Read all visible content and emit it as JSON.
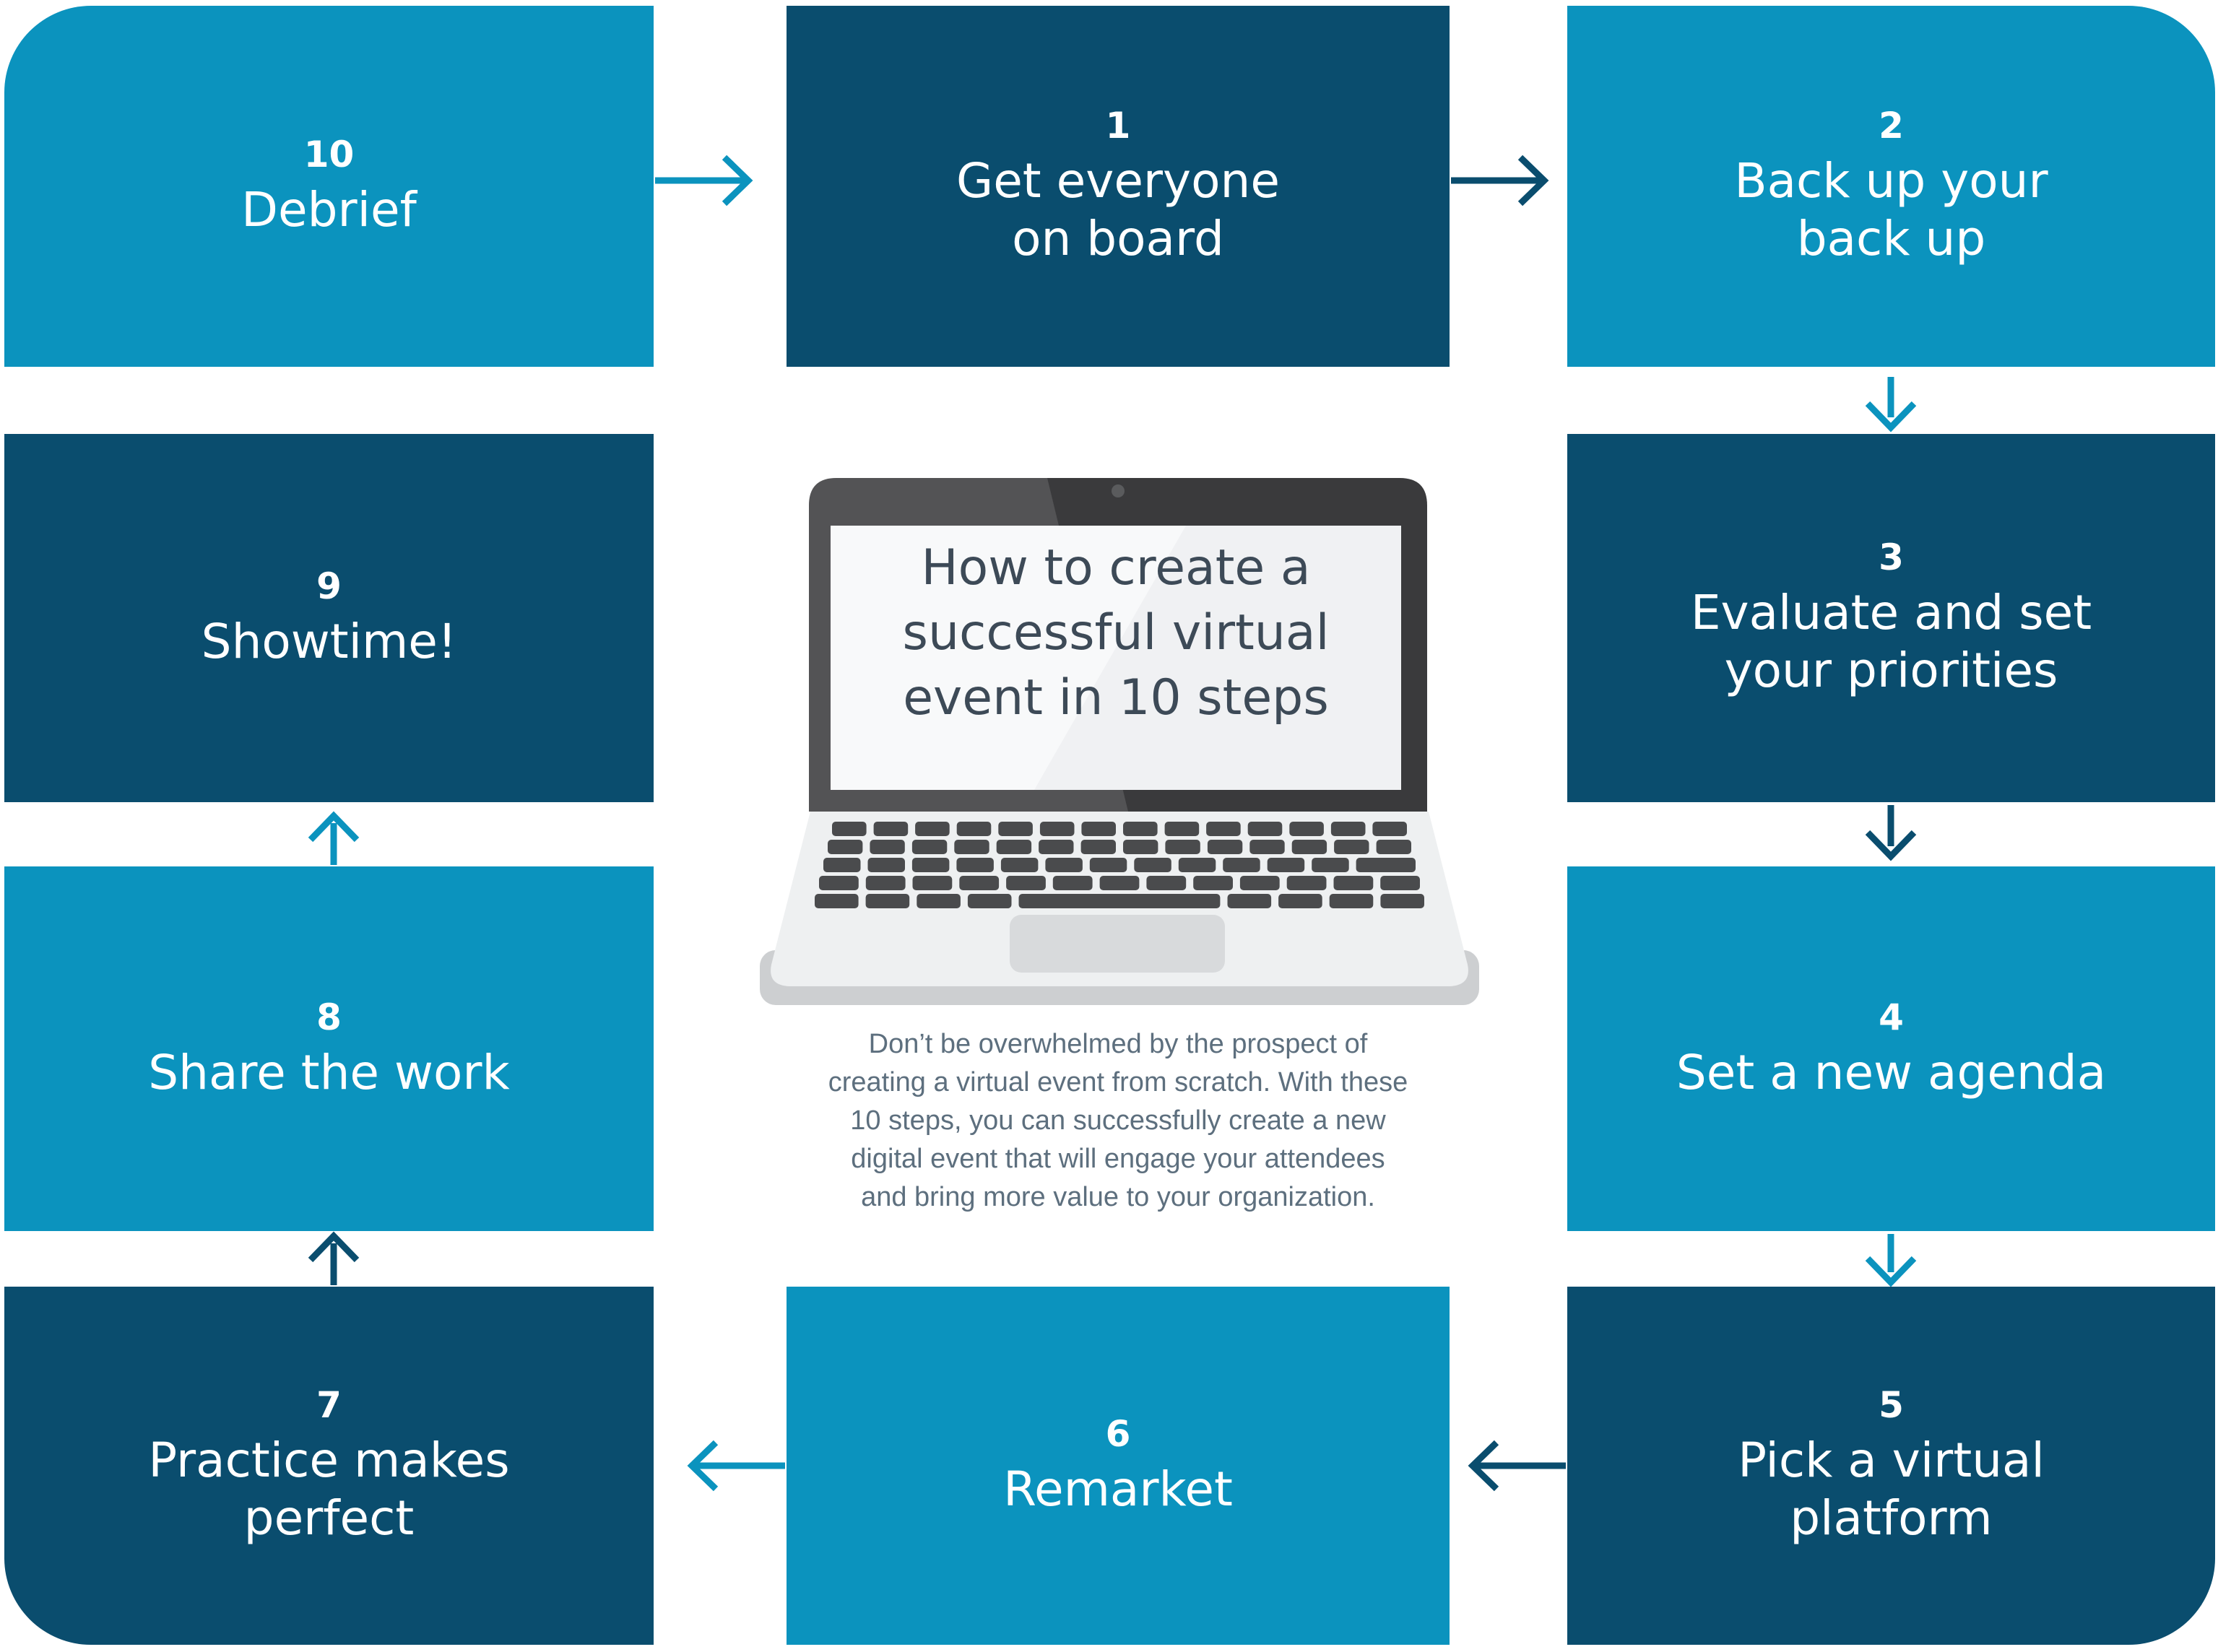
{
  "colors": {
    "light_blue": "#0b93be",
    "dark_blue": "#0a4d6e",
    "title_text": "#3d4a57",
    "body_text": "#5d6f7e"
  },
  "center": {
    "screen_title": "How to create a\nsuccessful virtual\nevent in 10 steps",
    "description": "Don’t be overwhelmed by the prospect of\ncreating a virtual event from scratch. With these\n10 steps, you can successfully create a new\ndigital event that will engage your attendees\nand bring more value to your organization."
  },
  "steps": [
    {
      "num": "1",
      "label": "Get everyone\non board"
    },
    {
      "num": "2",
      "label": "Back up your\nback up"
    },
    {
      "num": "3",
      "label": "Evaluate and set\nyour priorities"
    },
    {
      "num": "4",
      "label": "Set a new agenda"
    },
    {
      "num": "5",
      "label": "Pick a virtual\nplatform"
    },
    {
      "num": "6",
      "label": "Remarket"
    },
    {
      "num": "7",
      "label": "Practice makes\nperfect"
    },
    {
      "num": "8",
      "label": "Share the work"
    },
    {
      "num": "9",
      "label": "Showtime!"
    },
    {
      "num": "10",
      "label": "Debrief"
    }
  ]
}
